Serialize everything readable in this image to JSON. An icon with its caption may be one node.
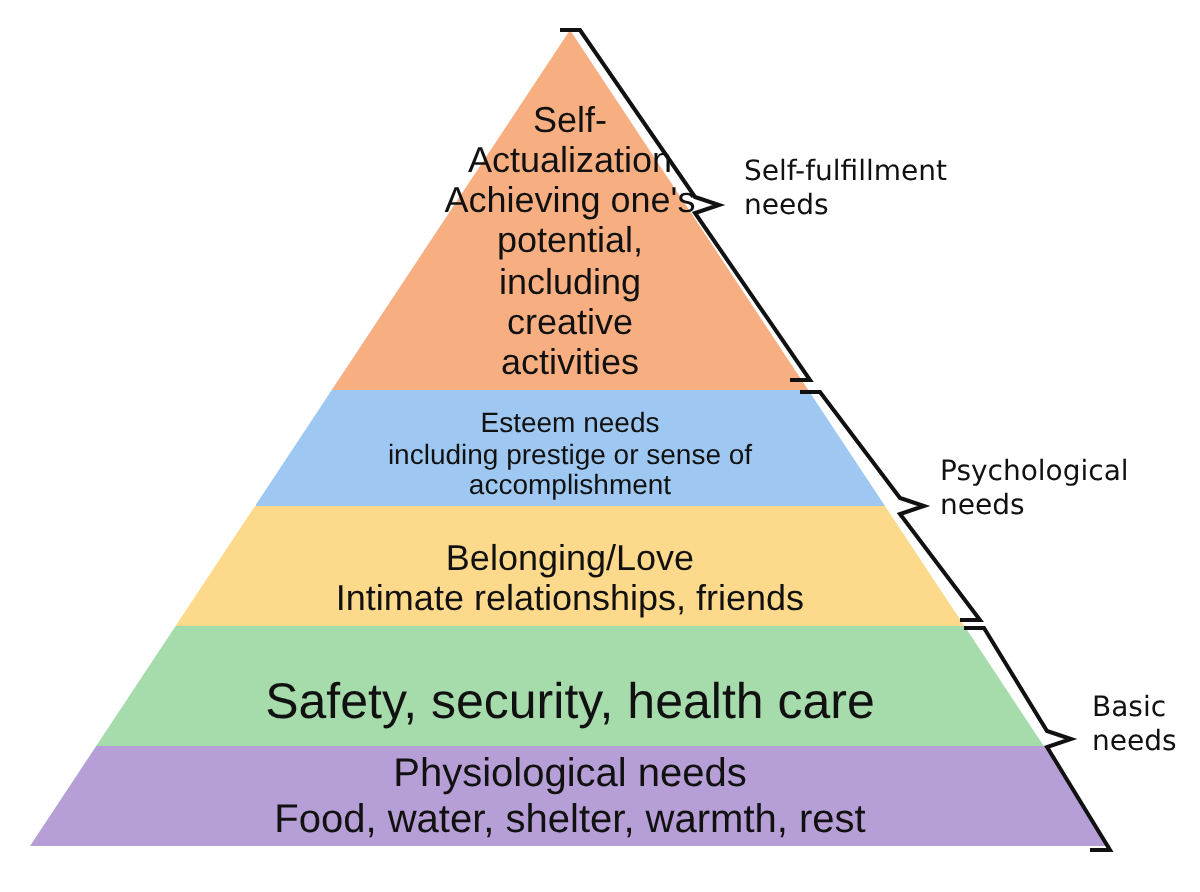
{
  "diagram": {
    "nodes": [
      {
        "text": [
          "Self-Actualization",
          "Achieving one's potential, including creative activities"
        ]
      },
      {
        "text": [
          "Esteem needs",
          "including prestige or sense of accomplishment"
        ]
      },
      {
        "text": [
          "Belonging/Love",
          "Intimate relationships, friends"
        ]
      },
      {
        "text": [
          "Safety, security, health care"
        ]
      },
      {
        "text": [
          "Physiological needs",
          "Food, water, shelter, warmth, rest"
        ]
      }
    ],
    "labels": [
      "Self-fulfillment needs",
      "Psychological needs",
      "Basic needs"
    ]
  }
}
